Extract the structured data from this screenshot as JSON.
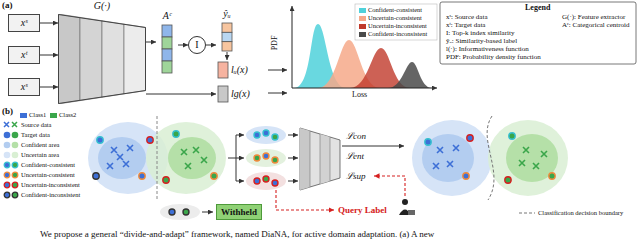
{
  "diagram": {
    "caption": "We propose a general “divide-and-adapt” framework, named DiaNA, for active domain adaptation. (a) A new",
    "nodes": [
      {
        "text": [
          "xˢ"
        ]
      },
      {
        "text": [
          "xᵗ"
        ]
      },
      {
        "text": [
          "xˢ"
        ]
      },
      {
        "text": [
          "G(·)"
        ]
      },
      {
        "text": [
          "Aᶜ"
        ]
      },
      {
        "text": [
          "I"
        ]
      },
      {
        "text": [
          "ŷᵤ"
        ]
      },
      {
        "text": [
          "lᵤ(x)"
        ]
      },
      {
        "text": [
          "lg(x)"
        ]
      },
      {
        "text": [
          "Withheld"
        ]
      }
    ],
    "edges": [
      {
        "from": 0,
        "to": 3,
        "arrow": "to"
      },
      {
        "from": 1,
        "to": 3,
        "arrow": "to"
      },
      {
        "from": 2,
        "to": 3,
        "arrow": "to"
      },
      {
        "from": 3,
        "to": 4,
        "arrow": "to"
      },
      {
        "from": 4,
        "to": 5,
        "arrow": "to"
      },
      {
        "from": 5,
        "to": 6,
        "arrow": "to"
      },
      {
        "from": 6,
        "to": 7,
        "arrow": "to"
      },
      {
        "from": 3,
        "to": 8,
        "arrow": "to"
      }
    ],
    "labels": [
      "(a)",
      "(b)",
      "PDF",
      "Loss",
      "Legend",
      "ℒcon",
      "ℒent",
      "ℒsup",
      "Query Label"
    ],
    "legend": [
      {
        "text": "Confident-consistent",
        "color": "#4fd1da"
      },
      {
        "text": "Uncertain-consistent",
        "color": "#f6a98a"
      },
      {
        "text": "Uncertain-inconsistent",
        "color": "#c0392b"
      },
      {
        "text": "Confident-inconsistent",
        "color": "#4a4a4a"
      },
      {
        "text": "xˢ: Source data"
      },
      {
        "text": "xᵗ: Target data"
      },
      {
        "text": "I: Top-k index similarity"
      },
      {
        "text": "ŷᵤ: Similarity-based label"
      },
      {
        "text": "l(·): Informativeness function"
      },
      {
        "text": "PDF: Probability density function"
      },
      {
        "text": "G(·): Feature extractor"
      },
      {
        "text": "Aᶜ: Categorical centroid"
      },
      {
        "text": "Class1",
        "color": "#3d6fd6"
      },
      {
        "text": "Class2",
        "color": "#3aa64a"
      },
      {
        "text": "Source data"
      },
      {
        "text": "Target data"
      },
      {
        "text": "Confident area"
      },
      {
        "text": "Uncertain area"
      },
      {
        "text": "Confident-consistent"
      },
      {
        "text": "Uncertain-consistent"
      },
      {
        "text": "Uncertain-inconsistent"
      },
      {
        "text": "Confident-inconsistent"
      },
      {
        "text": "Classification decision boundary"
      }
    ]
  }
}
